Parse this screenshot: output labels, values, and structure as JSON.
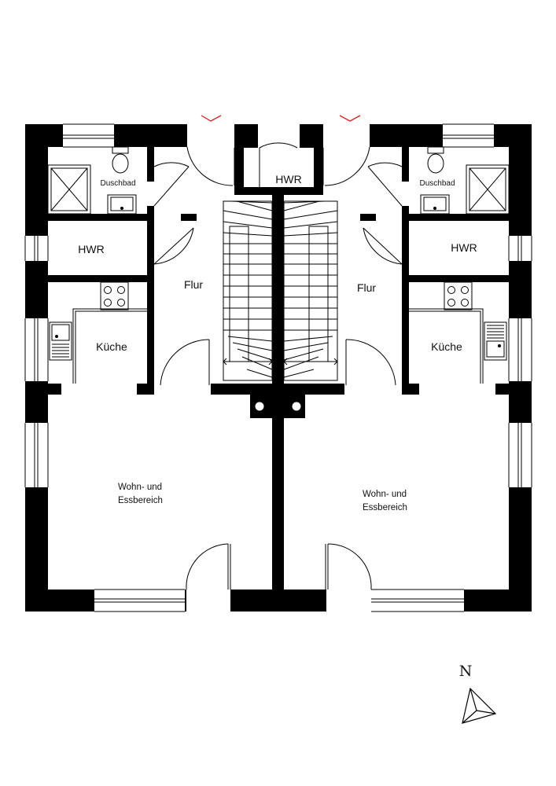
{
  "rooms": {
    "left_bath": "Duschbad",
    "left_hwr": "HWR",
    "left_hall": "Flur",
    "left_kitchen": "Küche",
    "left_living_line1": "Wohn- und",
    "left_living_line2": "Essbereich",
    "center_hwr": "HWR",
    "right_bath": "Duschbad",
    "right_hwr": "HWR",
    "right_hall": "Flur",
    "right_kitchen": "Küche",
    "right_living_line1": "Wohn- und",
    "right_living_line2": "Essbereich"
  },
  "compass": {
    "label": "N"
  },
  "colors": {
    "wall": "#000000",
    "entrance_marker": "#d42020",
    "background": "#ffffff"
  }
}
